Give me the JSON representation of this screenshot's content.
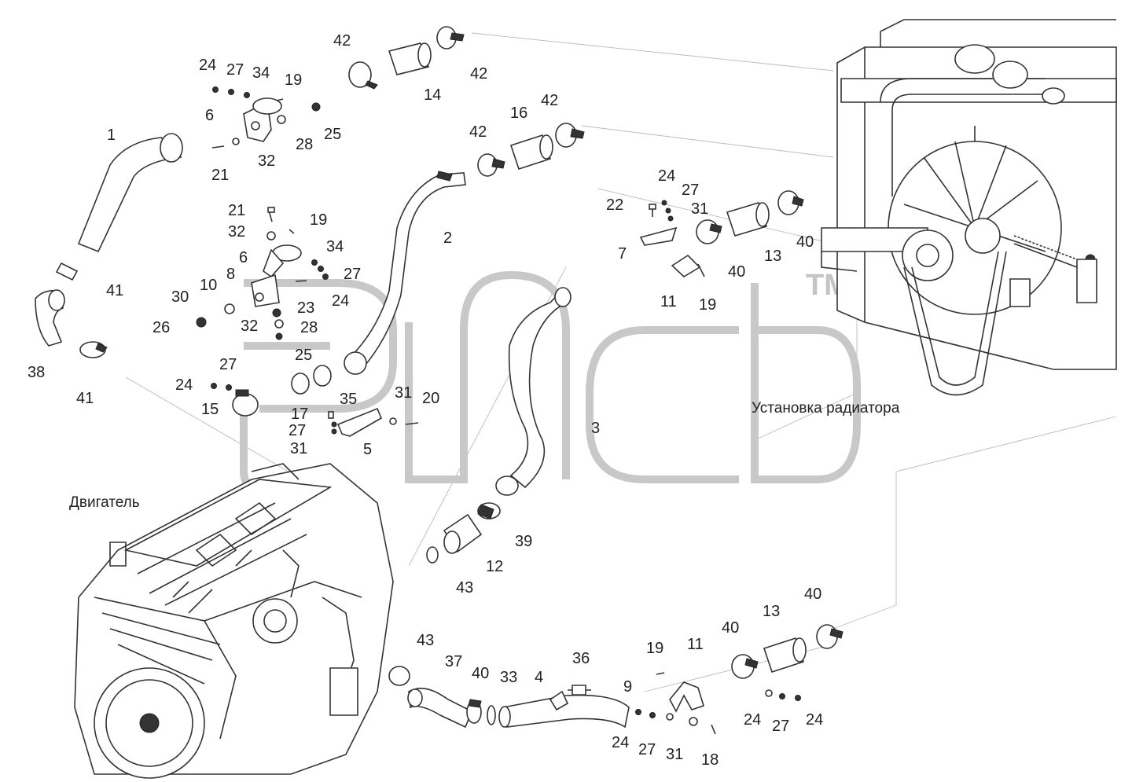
{
  "captions": {
    "engine": "Двигатель",
    "radiator": "Установка радиатора"
  },
  "watermark": {
    "trademark": "TM"
  },
  "callouts": [
    {
      "id": "c1",
      "text": "1"
    },
    {
      "id": "c2",
      "text": "2"
    },
    {
      "id": "c3",
      "text": "3"
    },
    {
      "id": "c4",
      "text": "4"
    },
    {
      "id": "c5",
      "text": "5"
    },
    {
      "id": "c6a",
      "text": "6"
    },
    {
      "id": "c6b",
      "text": "6"
    },
    {
      "id": "c7",
      "text": "7"
    },
    {
      "id": "c8",
      "text": "8"
    },
    {
      "id": "c9",
      "text": "9"
    },
    {
      "id": "c10",
      "text": "10"
    },
    {
      "id": "c11a",
      "text": "11"
    },
    {
      "id": "c11b",
      "text": "11"
    },
    {
      "id": "c12",
      "text": "12"
    },
    {
      "id": "c13a",
      "text": "13"
    },
    {
      "id": "c13b",
      "text": "13"
    },
    {
      "id": "c14",
      "text": "14"
    },
    {
      "id": "c15",
      "text": "15"
    },
    {
      "id": "c16",
      "text": "16"
    },
    {
      "id": "c17",
      "text": "17"
    },
    {
      "id": "c18",
      "text": "18"
    },
    {
      "id": "c19a",
      "text": "19"
    },
    {
      "id": "c19b",
      "text": "19"
    },
    {
      "id": "c19c",
      "text": "19"
    },
    {
      "id": "c19d",
      "text": "19"
    },
    {
      "id": "c20",
      "text": "20"
    },
    {
      "id": "c21a",
      "text": "21"
    },
    {
      "id": "c21b",
      "text": "21"
    },
    {
      "id": "c22",
      "text": "22"
    },
    {
      "id": "c23",
      "text": "23"
    },
    {
      "id": "c24a",
      "text": "24"
    },
    {
      "id": "c24b",
      "text": "24"
    },
    {
      "id": "c24c",
      "text": "24"
    },
    {
      "id": "c24d",
      "text": "24"
    },
    {
      "id": "c24e",
      "text": "24"
    },
    {
      "id": "c24f",
      "text": "24"
    },
    {
      "id": "c24g",
      "text": "24"
    },
    {
      "id": "c25a",
      "text": "25"
    },
    {
      "id": "c25b",
      "text": "25"
    },
    {
      "id": "c26",
      "text": "26"
    },
    {
      "id": "c27a",
      "text": "27"
    },
    {
      "id": "c27b",
      "text": "27"
    },
    {
      "id": "c27c",
      "text": "27"
    },
    {
      "id": "c27d",
      "text": "27"
    },
    {
      "id": "c27e",
      "text": "27"
    },
    {
      "id": "c27f",
      "text": "27"
    },
    {
      "id": "c27g",
      "text": "27"
    },
    {
      "id": "c28a",
      "text": "28"
    },
    {
      "id": "c28b",
      "text": "28"
    },
    {
      "id": "c30",
      "text": "30"
    },
    {
      "id": "c31a",
      "text": "31"
    },
    {
      "id": "c31b",
      "text": "31"
    },
    {
      "id": "c31c",
      "text": "31"
    },
    {
      "id": "c31d",
      "text": "31"
    },
    {
      "id": "c32a",
      "text": "32"
    },
    {
      "id": "c32b",
      "text": "32"
    },
    {
      "id": "c32c",
      "text": "32"
    },
    {
      "id": "c33",
      "text": "33"
    },
    {
      "id": "c34a",
      "text": "34"
    },
    {
      "id": "c34b",
      "text": "34"
    },
    {
      "id": "c35",
      "text": "35"
    },
    {
      "id": "c36",
      "text": "36"
    },
    {
      "id": "c37",
      "text": "37"
    },
    {
      "id": "c38",
      "text": "38"
    },
    {
      "id": "c39",
      "text": "39"
    },
    {
      "id": "c40a",
      "text": "40"
    },
    {
      "id": "c40b",
      "text": "40"
    },
    {
      "id": "c40c",
      "text": "40"
    },
    {
      "id": "c40d",
      "text": "40"
    },
    {
      "id": "c40e",
      "text": "40"
    },
    {
      "id": "c41a",
      "text": "41"
    },
    {
      "id": "c41b",
      "text": "41"
    },
    {
      "id": "c42a",
      "text": "42"
    },
    {
      "id": "c42b",
      "text": "42"
    },
    {
      "id": "c42c",
      "text": "42"
    },
    {
      "id": "c42d",
      "text": "42"
    },
    {
      "id": "c43a",
      "text": "43"
    },
    {
      "id": "c43b",
      "text": "43"
    }
  ]
}
